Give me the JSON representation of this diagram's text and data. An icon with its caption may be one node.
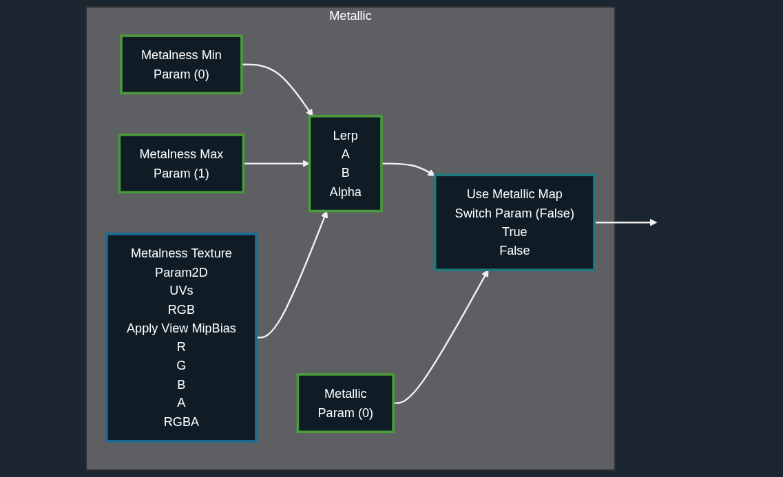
{
  "diagram": {
    "nodes": [
      {
        "text": [
          "Metallic"
        ]
      },
      {
        "text": [
          "Metalness Min",
          "Param (0)"
        ],
        "in": 0
      },
      {
        "text": [
          "Metalness Max",
          "Param (1)"
        ],
        "in": 0
      },
      {
        "text": [
          "Lerp",
          "A",
          "B",
          "Alpha"
        ],
        "in": 0
      },
      {
        "text": [
          "Use Metallic Map",
          "Switch Param (False)",
          "True",
          "False"
        ],
        "in": 0
      },
      {
        "text": [
          "Metalness Texture",
          "Param2D",
          "UVs",
          "RGB",
          "Apply View MipBias",
          "R",
          "G",
          "B",
          "A",
          "RGBA"
        ],
        "in": 0
      },
      {
        "text": [
          "Metallic",
          "Param (0)"
        ],
        "in": 0
      }
    ],
    "edges": [
      {
        "from": 1,
        "to": 3,
        "arrow": "to"
      },
      {
        "from": 2,
        "to": 3,
        "arrow": "to"
      },
      {
        "from": 5,
        "to": 3,
        "arrow": "to"
      },
      {
        "from": 3,
        "to": 4,
        "arrow": "to"
      },
      {
        "from": 6,
        "to": 4,
        "arrow": "to"
      },
      {
        "from": 4,
        "to": null,
        "arrow": "to"
      }
    ]
  }
}
